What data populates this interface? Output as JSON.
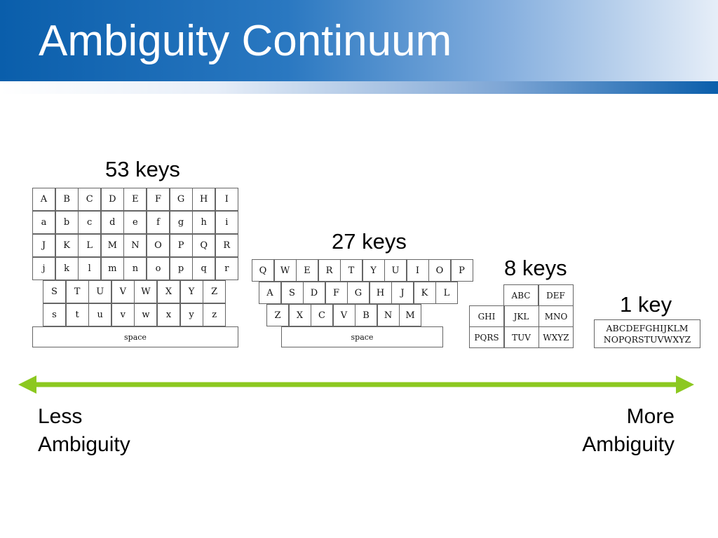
{
  "slide": {
    "title": "Ambiguity Continuum"
  },
  "colors": {
    "header_blue": "#0a5eab",
    "arrow_green": "#8cc820"
  },
  "keyboards": {
    "k53": {
      "label": "53 keys",
      "rows": [
        [
          "A",
          "B",
          "C",
          "D",
          "E",
          "F",
          "G",
          "H",
          "I"
        ],
        [
          "a",
          "b",
          "c",
          "d",
          "e",
          "f",
          "g",
          "h",
          "i"
        ],
        [
          "J",
          "K",
          "L",
          "M",
          "N",
          "O",
          "P",
          "Q",
          "R"
        ],
        [
          "j",
          "k",
          "l",
          "m",
          "n",
          "o",
          "p",
          "q",
          "r"
        ],
        [
          "S",
          "T",
          "U",
          "V",
          "W",
          "X",
          "Y",
          "Z"
        ],
        [
          "s",
          "t",
          "u",
          "v",
          "w",
          "x",
          "y",
          "z"
        ]
      ],
      "space": "space"
    },
    "k27": {
      "label": "27 keys",
      "rows": [
        [
          "Q",
          "W",
          "E",
          "R",
          "T",
          "Y",
          "U",
          "I",
          "O",
          "P"
        ],
        [
          "A",
          "S",
          "D",
          "F",
          "G",
          "H",
          "J",
          "K",
          "L"
        ],
        [
          "Z",
          "X",
          "C",
          "V",
          "B",
          "N",
          "M"
        ]
      ],
      "space": "space"
    },
    "k8": {
      "label": "8 keys",
      "rows": [
        [
          "ABC",
          "DEF"
        ],
        [
          "GHI",
          "JKL",
          "MNO"
        ],
        [
          "PQRS",
          "TUV",
          "WXYZ"
        ]
      ]
    },
    "k1": {
      "label": "1 key",
      "lines": [
        "ABCDEFGHIJKLM",
        "NOPQRSTUVWXYZ"
      ]
    }
  },
  "scale": {
    "left_label": [
      "Less",
      "Ambiguity"
    ],
    "right_label": [
      "More",
      "Ambiguity"
    ]
  }
}
